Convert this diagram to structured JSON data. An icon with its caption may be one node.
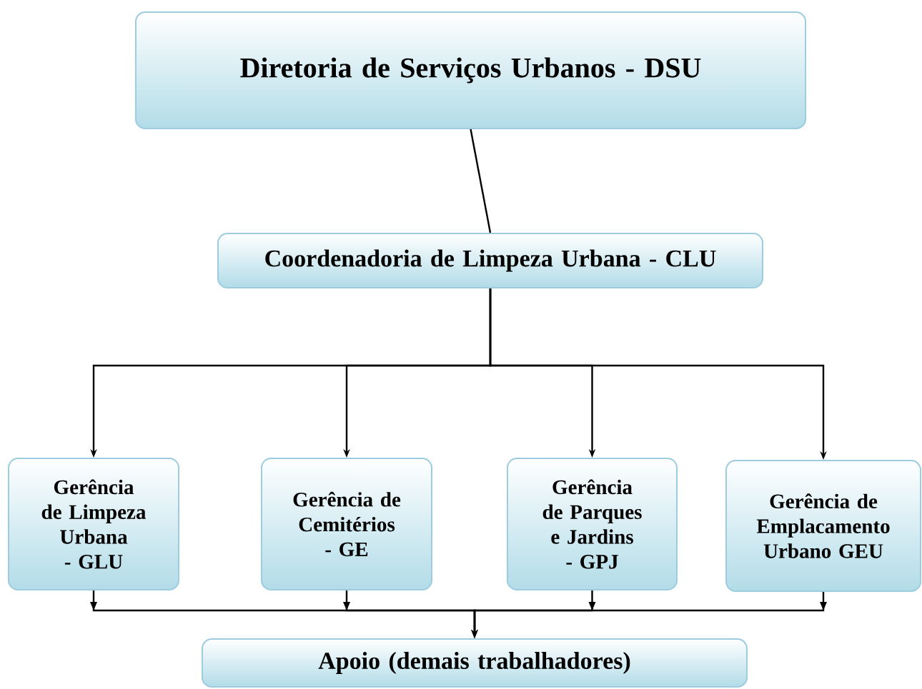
{
  "diagram": {
    "nodes": [
      {
        "text": [
          "Diretoria de Serviços Urbanos - DSU"
        ]
      },
      {
        "text": [
          "Coordenadoria de Limpeza Urbana - CLU"
        ]
      },
      {
        "text": [
          "Gerência de Limpeza Urbana - GLU"
        ]
      },
      {
        "text": [
          "Gerência de Cemitérios - GE"
        ]
      },
      {
        "text": [
          "Gerência de Parques e Jardins - GPJ"
        ]
      },
      {
        "text": [
          "Gerência de Emplacamento Urbano GEU"
        ]
      },
      {
        "text": [
          "Apoio (demais trabalhadores)"
        ]
      }
    ],
    "edges": [
      {
        "from": 0,
        "to": 1,
        "arrow": "none"
      },
      {
        "from": 1,
        "to": 2,
        "arrow": "to"
      },
      {
        "from": 1,
        "to": 3,
        "arrow": "to"
      },
      {
        "from": 1,
        "to": 4,
        "arrow": "to"
      },
      {
        "from": 1,
        "to": 5,
        "arrow": "to"
      },
      {
        "from": 2,
        "to": 6,
        "arrow": "to"
      },
      {
        "from": 3,
        "to": 6,
        "arrow": "to"
      },
      {
        "from": 4,
        "to": 6,
        "arrow": "to"
      },
      {
        "from": 5,
        "to": 6,
        "arrow": "to"
      }
    ]
  }
}
